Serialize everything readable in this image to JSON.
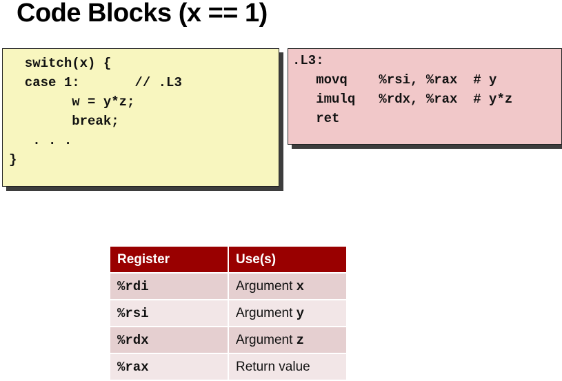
{
  "title": "Code Blocks (x == 1)",
  "c_code": "  switch(x) {\n  case 1:       // .L3\n        w = y*z;\n        break;\n   . . .\n}",
  "asm_code": ".L3:\n   movq    %rsi, %rax  # y\n   imulq   %rdx, %rax  # y*z\n   ret",
  "colors": {
    "c_box_background": "#f8f6bf",
    "asm_box_background": "#f1c8c9",
    "table_header": "#990000",
    "table_row_dark": "#e5cfd0",
    "table_row_light": "#f2e6e7"
  },
  "register_table": {
    "headers": [
      "Register",
      "Use(s)"
    ],
    "rows": [
      {
        "register": "%rdi",
        "use_text": "Argument ",
        "use_var": "x"
      },
      {
        "register": "%rsi",
        "use_text": "Argument ",
        "use_var": "y"
      },
      {
        "register": "%rdx",
        "use_text": "Argument ",
        "use_var": "z"
      },
      {
        "register": "%rax",
        "use_text": "Return value",
        "use_var": ""
      }
    ]
  }
}
